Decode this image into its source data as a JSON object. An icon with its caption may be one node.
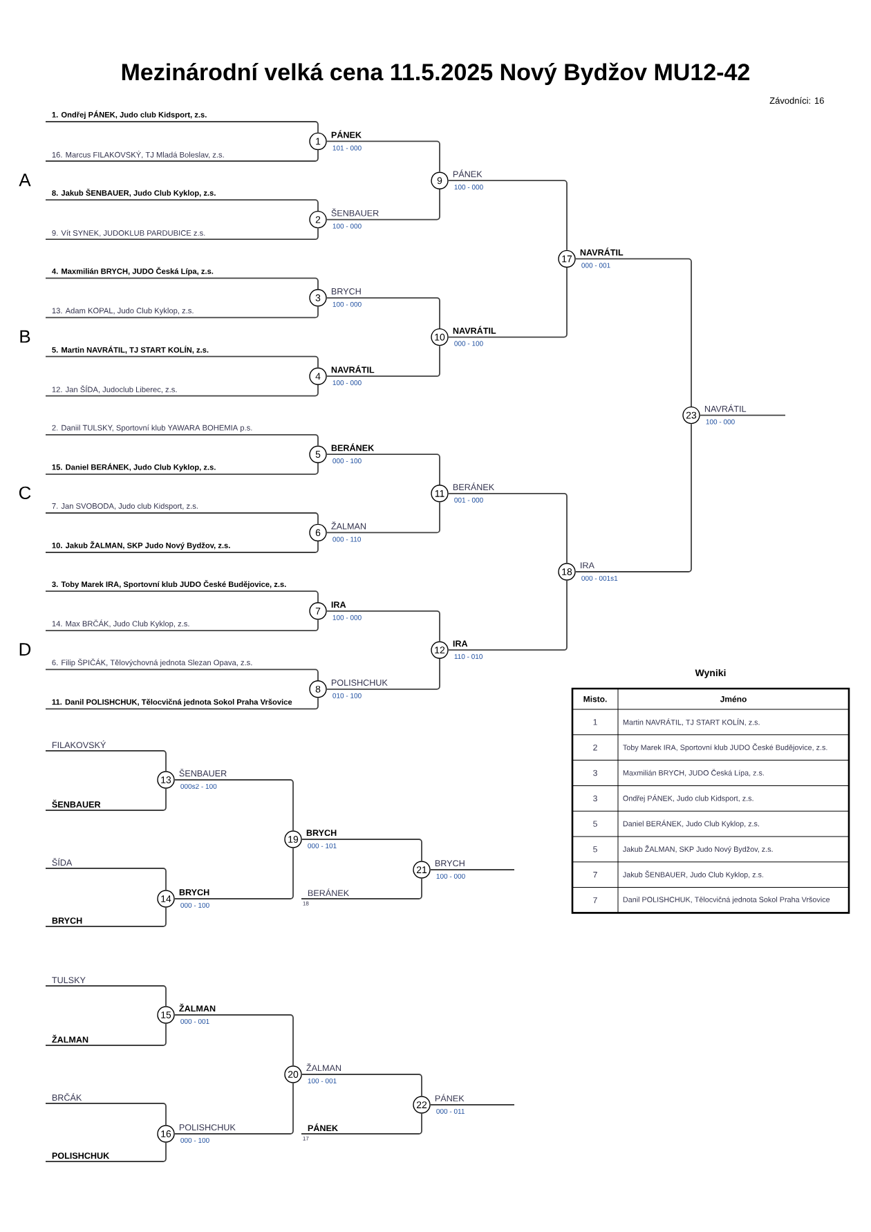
{
  "diagram": {
    "title": "Mezinárodní velká cena 11.5.2025 Nový Bydžov MU12-42",
    "nodes": [
      {
        "text": [
          "1. Ondřej PÁNEK, Judo club Kidsport, z.s."
        ]
      },
      {
        "text": [
          "16. Marcus FILAKOVSKÝ, TJ Mladá Boleslav, z.s."
        ]
      },
      {
        "text": [
          "8. Jakub ŠENBAUER, Judo Club Kyklop, z.s."
        ]
      },
      {
        "text": [
          "9. Vít SYNEK, JUDOKLUB PARDUBICE z.s."
        ]
      },
      {
        "text": [
          "4. Maxmilián BRYCH, JUDO Česká Lípa, z.s."
        ]
      },
      {
        "text": [
          "13. Adam KOPAL, Judo Club Kyklop, z.s."
        ]
      },
      {
        "text": [
          "5. Martin NAVRÁTIL, TJ START KOLÍN, z.s."
        ]
      },
      {
        "text": [
          "12. Jan ŠÍDA, Judoclub Liberec, z.s."
        ]
      },
      {
        "text": [
          "2. Daniil TULSKY, Sportovní klub YAWARA BOHEMIA p.s."
        ]
      },
      {
        "text": [
          "15. Daniel BERÁNEK, Judo Club Kyklop, z.s."
        ]
      },
      {
        "text": [
          "7. Jan SVOBODA, Judo club Kidsport, z.s."
        ]
      },
      {
        "text": [
          "10. Jakub ŽALMAN, SKP Judo Nový Bydžov, z.s."
        ]
      },
      {
        "text": [
          "3. Toby Marek IRA, Sportovní klub JUDO České Budějovice, z.s."
        ]
      },
      {
        "text": [
          "14. Max BRČÁK, Judo Club Kyklop, z.s."
        ]
      },
      {
        "text": [
          "6. Filip ŠPIČÁK, Tělovýchovná jednota Slezan Opava, z.s."
        ]
      },
      {
        "text": [
          "11. Danil POLISHCHUK, Tělocvičná jednota Sokol Praha Vršovice"
        ]
      },
      {
        "text": [
          "1"
        ],
        "beside": [
          "PÁNEK",
          "101 - 000"
        ]
      },
      {
        "text": [
          "2"
        ],
        "beside": [
          "ŠENBAUER",
          "100 - 000"
        ]
      },
      {
        "text": [
          "3"
        ],
        "beside": [
          "BRYCH",
          "100 - 000"
        ]
      },
      {
        "text": [
          "4"
        ],
        "beside": [
          "NAVRÁTIL",
          "100 - 000"
        ]
      },
      {
        "text": [
          "5"
        ],
        "beside": [
          "BERÁNEK",
          "000 - 100"
        ]
      },
      {
        "text": [
          "6"
        ],
        "beside": [
          "ŽALMAN",
          "000 - 110"
        ]
      },
      {
        "text": [
          "7"
        ],
        "beside": [
          "IRA",
          "100 - 000"
        ]
      },
      {
        "text": [
          "8"
        ],
        "beside": [
          "POLISHCHUK",
          "010 - 100"
        ]
      },
      {
        "text": [
          "9"
        ],
        "beside": [
          "PÁNEK",
          "100 - 000"
        ]
      },
      {
        "text": [
          "10"
        ],
        "beside": [
          "NAVRÁTIL",
          "000 - 100"
        ]
      },
      {
        "text": [
          "11"
        ],
        "beside": [
          "BERÁNEK",
          "001 - 000"
        ]
      },
      {
        "text": [
          "12"
        ],
        "beside": [
          "IRA",
          "110 - 010"
        ]
      },
      {
        "text": [
          "17"
        ],
        "beside": [
          "NAVRÁTIL",
          "000 - 001"
        ]
      },
      {
        "text": [
          "18"
        ],
        "beside": [
          "IRA",
          "000 - 001s1"
        ]
      },
      {
        "text": [
          "23"
        ],
        "beside": [
          "NAVRÁTIL",
          "100 - 000"
        ]
      },
      {
        "text": [
          "FILAKOVSKÝ"
        ]
      },
      {
        "text": [
          "ŠENBAUER"
        ]
      },
      {
        "text": [
          "13"
        ],
        "beside": [
          "ŠENBAUER",
          "000s2 - 100"
        ]
      },
      {
        "text": [
          "ŠÍDA"
        ]
      },
      {
        "text": [
          "BRYCH"
        ]
      },
      {
        "text": [
          "14"
        ],
        "beside": [
          "BRYCH",
          "000 - 100"
        ]
      },
      {
        "text": [
          "19"
        ],
        "beside": [
          "BRYCH",
          "000 - 101"
        ]
      },
      {
        "text": [
          "BERÁNEK"
        ],
        "beside": [
          "18"
        ]
      },
      {
        "text": [
          "21"
        ],
        "beside": [
          "BRYCH",
          "100 - 000"
        ]
      },
      {
        "text": [
          "TULSKY"
        ]
      },
      {
        "text": [
          "ŽALMAN"
        ]
      },
      {
        "text": [
          "15"
        ],
        "beside": [
          "ŽALMAN",
          "000 - 001"
        ]
      },
      {
        "text": [
          "BRČÁK"
        ]
      },
      {
        "text": [
          "POLISHCHUK"
        ]
      },
      {
        "text": [
          "16"
        ],
        "beside": [
          "POLISHCHUK",
          "000 - 100"
        ]
      },
      {
        "text": [
          "20"
        ],
        "beside": [
          "ŽALMAN",
          "100 - 001"
        ]
      },
      {
        "text": [
          "PÁNEK"
        ],
        "beside": [
          "17"
        ]
      },
      {
        "text": [
          "22"
        ],
        "beside": [
          "PÁNEK",
          "000 - 011"
        ]
      }
    ],
    "edges": [
      {
        "from": 0,
        "to": 16,
        "arrow": "none"
      },
      {
        "from": 1,
        "to": 16,
        "arrow": "none"
      },
      {
        "from": 2,
        "to": 17,
        "arrow": "none"
      },
      {
        "from": 3,
        "to": 17,
        "arrow": "none"
      },
      {
        "from": 4,
        "to": 18,
        "arrow": "none"
      },
      {
        "from": 5,
        "to": 18,
        "arrow": "none"
      },
      {
        "from": 6,
        "to": 19,
        "arrow": "none"
      },
      {
        "from": 7,
        "to": 19,
        "arrow": "none"
      },
      {
        "from": 8,
        "to": 20,
        "arrow": "none"
      },
      {
        "from": 9,
        "to": 20,
        "arrow": "none"
      },
      {
        "from": 10,
        "to": 21,
        "arrow": "none"
      },
      {
        "from": 11,
        "to": 21,
        "arrow": "none"
      },
      {
        "from": 12,
        "to": 22,
        "arrow": "none"
      },
      {
        "from": 13,
        "to": 22,
        "arrow": "none"
      },
      {
        "from": 14,
        "to": 23,
        "arrow": "none"
      },
      {
        "from": 15,
        "to": 23,
        "arrow": "none"
      },
      {
        "from": 16,
        "to": 24,
        "arrow": "none"
      },
      {
        "from": 17,
        "to": 24,
        "arrow": "none"
      },
      {
        "from": 18,
        "to": 25,
        "arrow": "none"
      },
      {
        "from": 19,
        "to": 25,
        "arrow": "none"
      },
      {
        "from": 20,
        "to": 26,
        "arrow": "none"
      },
      {
        "from": 21,
        "to": 26,
        "arrow": "none"
      },
      {
        "from": 22,
        "to": 27,
        "arrow": "none"
      },
      {
        "from": 23,
        "to": 27,
        "arrow": "none"
      },
      {
        "from": 24,
        "to": 28,
        "arrow": "none"
      },
      {
        "from": 25,
        "to": 28,
        "arrow": "none"
      },
      {
        "from": 26,
        "to": 29,
        "arrow": "none"
      },
      {
        "from": 27,
        "to": 29,
        "arrow": "none"
      },
      {
        "from": 28,
        "to": 30,
        "arrow": "none"
      },
      {
        "from": 29,
        "to": 30,
        "arrow": "none"
      },
      {
        "from": 30,
        "to": null,
        "arrow": "none"
      },
      {
        "from": 31,
        "to": 33,
        "arrow": "none"
      },
      {
        "from": 32,
        "to": 33,
        "arrow": "none"
      },
      {
        "from": 34,
        "to": 36,
        "arrow": "none"
      },
      {
        "from": 35,
        "to": 36,
        "arrow": "none"
      },
      {
        "from": 33,
        "to": 37,
        "arrow": "none"
      },
      {
        "from": 36,
        "to": 37,
        "arrow": "none"
      },
      {
        "from": 37,
        "to": 39,
        "arrow": "none"
      },
      {
        "from": 38,
        "to": 39,
        "arrow": "none"
      },
      {
        "from": 39,
        "to": null,
        "arrow": "none"
      },
      {
        "from": 40,
        "to": 42,
        "arrow": "none"
      },
      {
        "from": 41,
        "to": 42,
        "arrow": "none"
      },
      {
        "from": 43,
        "to": 45,
        "arrow": "none"
      },
      {
        "from": 44,
        "to": 45,
        "arrow": "none"
      },
      {
        "from": 42,
        "to": 46,
        "arrow": "none"
      },
      {
        "from": 45,
        "to": 46,
        "arrow": "none"
      },
      {
        "from": 46,
        "to": 48,
        "arrow": "none"
      },
      {
        "from": 47,
        "to": 48,
        "arrow": "none"
      },
      {
        "from": 48,
        "to": null,
        "arrow": "none"
      }
    ],
    "labels": [
      "Závodníci: 16",
      "A",
      "B",
      "C",
      "D",
      "Wyniki",
      "Misto.",
      "Jméno",
      "1",
      "Martin NAVRÁTIL, TJ START KOLÍN, z.s.",
      "2",
      "Toby Marek IRA, Sportovní klub JUDO České Budějovice, z.s.",
      "3",
      "Maxmilián BRYCH, JUDO Česká Lípa, z.s.",
      "3",
      "Ondřej PÁNEK, Judo club Kidsport, z.s.",
      "5",
      "Daniel BERÁNEK, Judo Club Kyklop, z.s.",
      "5",
      "Jakub ŽALMAN, SKP Judo Nový Bydžov, z.s.",
      "7",
      "Jakub ŠENBAUER, Judo Club Kyklop, z.s.",
      "7",
      "Danil POLISHCHUK, Tělocvičná jednota Sokol Praha Vršovice"
    ]
  }
}
